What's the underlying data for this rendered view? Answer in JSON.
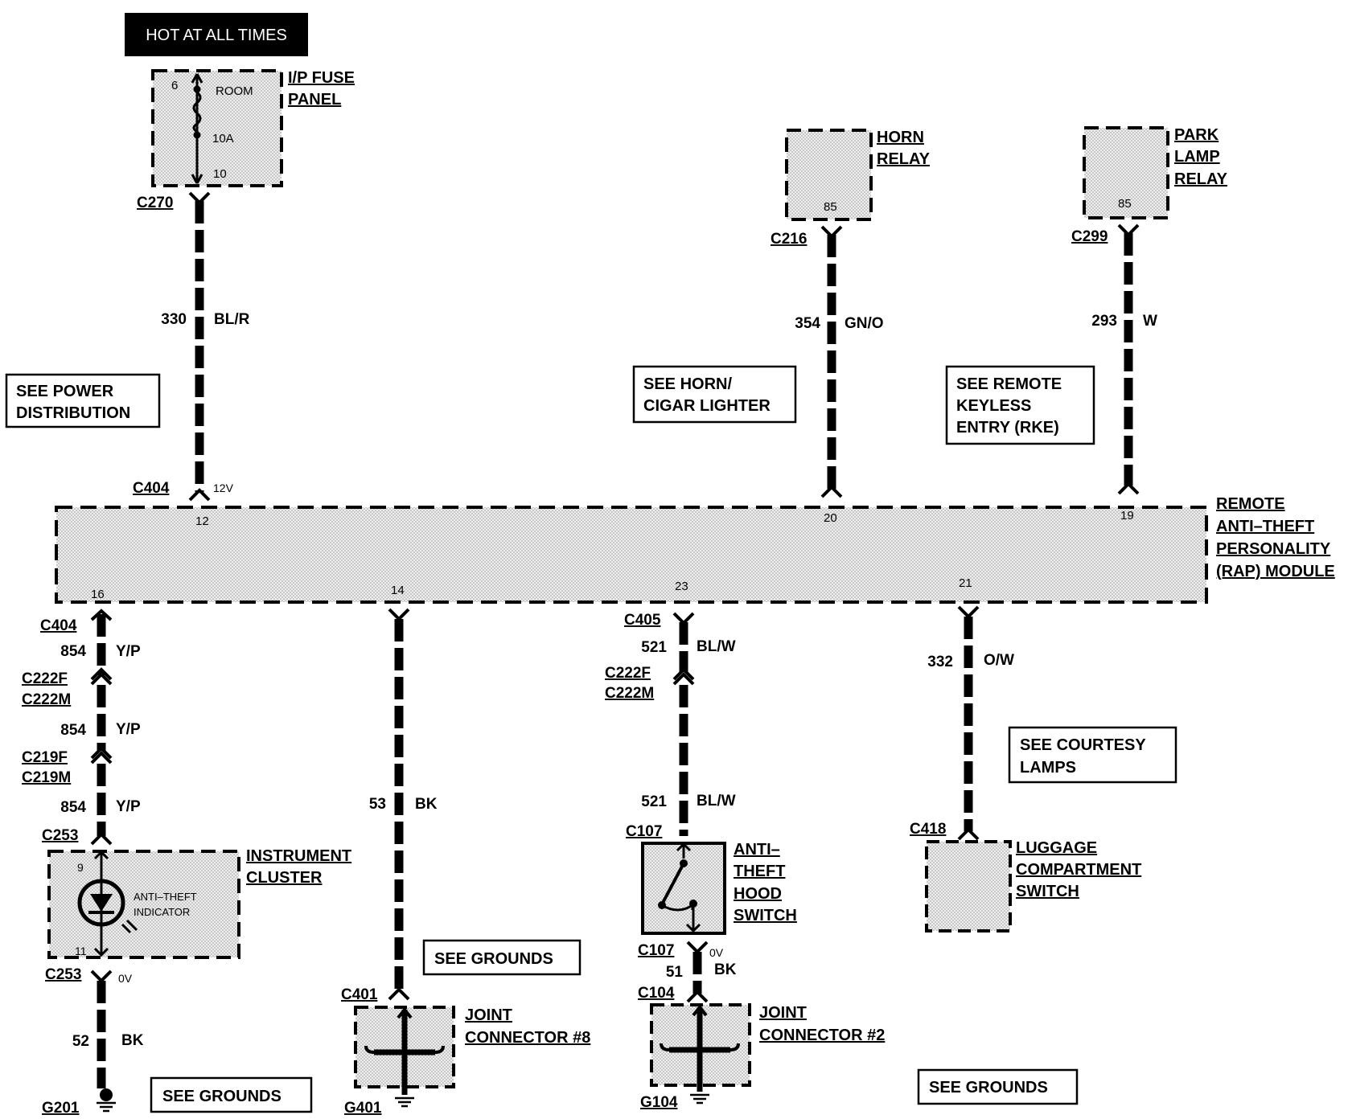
{
  "banner": {
    "text": "HOT AT ALL TIMES"
  },
  "fuse_panel": {
    "name_line1": "I/P FUSE",
    "name_line2": "PANEL",
    "pin_in": "6",
    "fuse_name": "ROOM",
    "fuse_rating": "10A",
    "pin_out": "10"
  },
  "horn_relay": {
    "name_line1": "HORN",
    "name_line2": "RELAY",
    "pin": "85"
  },
  "park_lamp_relay": {
    "name_line1": "PARK",
    "name_line2": "LAMP",
    "name_line3": "RELAY",
    "pin": "85"
  },
  "rap_module": {
    "name_line1": "REMOTE",
    "name_line2": "ANTI–THEFT",
    "name_line3": "PERSONALITY",
    "name_line4": "(RAP) MODULE",
    "pins": {
      "p12": "12",
      "p20": "20",
      "p19": "19",
      "p16": "16",
      "p14": "14",
      "p23": "23",
      "p21": "21"
    }
  },
  "instrument_cluster": {
    "name_line1": "INSTRUMENT",
    "name_line2": "CLUSTER",
    "indicator_line1": "ANTI–THEFT",
    "indicator_line2": "INDICATOR",
    "pin_top": "9",
    "pin_bottom": "11"
  },
  "hood_switch": {
    "name_line1": "ANTI–",
    "name_line2": "THEFT",
    "name_line3": "HOOD",
    "name_line4": "SWITCH"
  },
  "luggage_switch": {
    "name_line1": "LUGGAGE",
    "name_line2": "COMPARTMENT",
    "name_line3": "SWITCH"
  },
  "joint8": {
    "name_line1": "JOINT",
    "name_line2": "CONNECTOR #8"
  },
  "joint2": {
    "name_line1": "JOINT",
    "name_line2": "CONNECTOR #2"
  },
  "see_boxes": {
    "power_line1": "SEE POWER",
    "power_line2": "DISTRIBUTION",
    "horn_line1": "SEE HORN/",
    "horn_line2": "CIGAR LIGHTER",
    "rke_line1": "SEE REMOTE",
    "rke_line2": "KEYLESS",
    "rke_line3": "ENTRY (RKE)",
    "courtesy_line1": "SEE COURTESY",
    "courtesy_line2": "LAMPS",
    "grounds": "SEE GROUNDS"
  },
  "connectors": {
    "c270": "C270",
    "c216": "C216",
    "c299": "C299",
    "c404_top": "C404",
    "c404_bottom": "C404",
    "c222f_left": "C222F",
    "c222m_left": "C222M",
    "c219f": "C219F",
    "c219m": "C219M",
    "c253_top": "C253",
    "c253_bottom": "C253",
    "c405": "C405",
    "c222f_right": "C222F",
    "c222m_right": "C222M",
    "c107_top": "C107",
    "c107_bottom": "C107",
    "c104": "C104",
    "c401": "C401",
    "c418": "C418",
    "g201": "G201",
    "g401": "G401",
    "g104": "G104"
  },
  "voltages": {
    "v12": "12V",
    "v0_cluster": "0V",
    "v0_hood": "0V"
  },
  "wires": {
    "w330_num": "330",
    "w330_color": "BL/R",
    "w354_num": "354",
    "w354_color": "GN/O",
    "w293_num": "293",
    "w293_color": "W",
    "w854a_num": "854",
    "w854a_color": "Y/P",
    "w854b_num": "854",
    "w854b_color": "Y/P",
    "w854c_num": "854",
    "w854c_color": "Y/P",
    "w52_num": "52",
    "w52_color": "BK",
    "w53_num": "53",
    "w53_color": "BK",
    "w521a_num": "521",
    "w521a_color": "BL/W",
    "w521b_num": "521",
    "w521b_color": "BL/W",
    "w51_num": "51",
    "w51_color": "BK",
    "w332_num": "332",
    "w332_color": "O/W"
  }
}
